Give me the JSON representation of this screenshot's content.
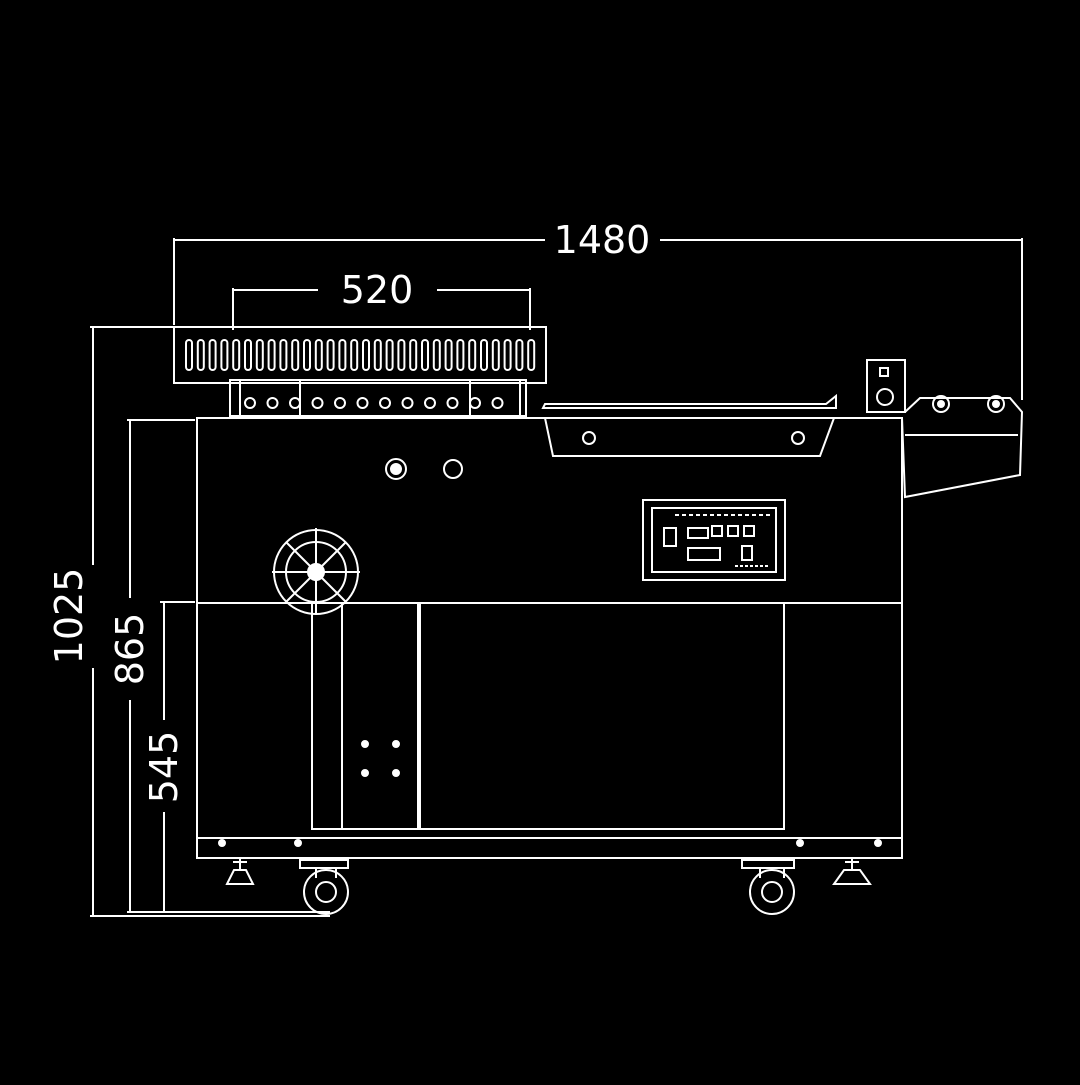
{
  "colors": {
    "background": "#000000",
    "stroke": "#ffffff"
  },
  "dimensions": {
    "overall_width": "1480",
    "sealing_bar_width": "520",
    "overall_height": "1025",
    "table_height": "865",
    "base_height": "545"
  }
}
